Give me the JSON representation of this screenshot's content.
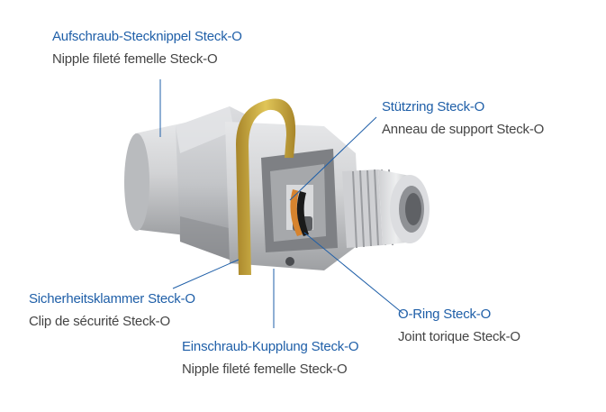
{
  "labels": [
    {
      "key": "nipple",
      "de": "Aufschraub-Stecknippel Steck-O",
      "fr": "Nipple fileté femelle Steck-O"
    },
    {
      "key": "support_ring",
      "de": "Stützring Steck-O",
      "fr": "Anneau de support Steck-O"
    },
    {
      "key": "clip",
      "de": "Sicherheitsklammer Steck-O",
      "fr": "Clip de sécurité Steck-O"
    },
    {
      "key": "oring",
      "de": "O-Ring Steck-O",
      "fr": "Joint torique Steck-O"
    },
    {
      "key": "coupling",
      "de": "Einschraub-Kupplung Steck-O",
      "fr": "Nipple fileté femelle Steck-O"
    }
  ],
  "colors": {
    "label_de": "#1f5fa8",
    "label_fr": "#444444",
    "leader_line": "#1f5fa8",
    "metal": "#c8c9cb",
    "clip": "#c8a63a",
    "oring": "#1a1a1a"
  }
}
